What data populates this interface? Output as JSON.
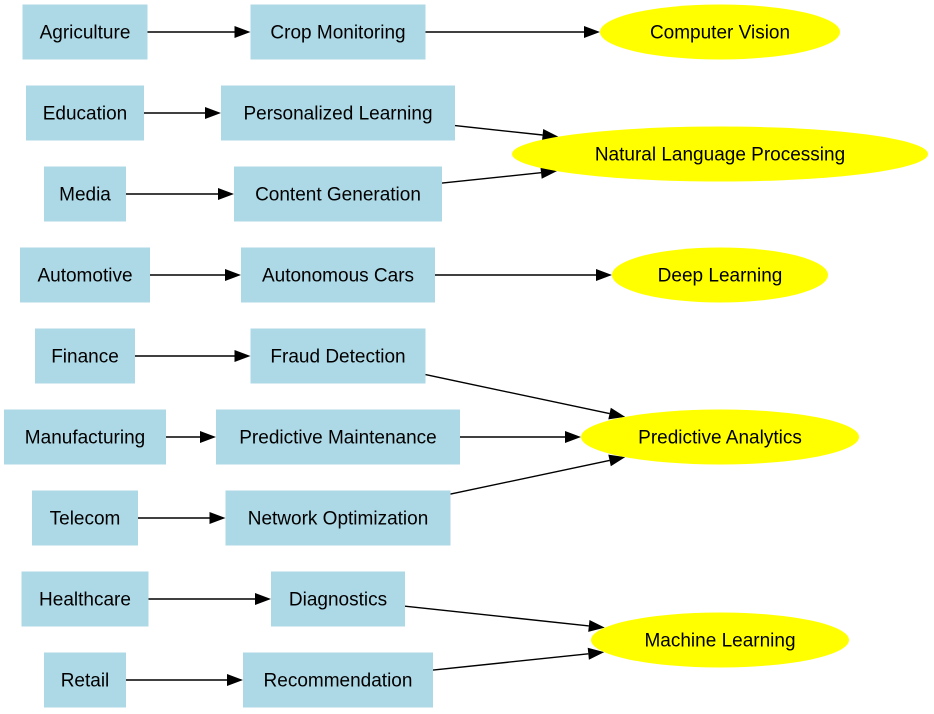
{
  "diagram": {
    "type": "flowchart",
    "direction": "left-to-right",
    "colors": {
      "box_fill": "#add8e6",
      "ellipse_fill": "#ffff00",
      "edge": "#000000",
      "text": "#000000"
    },
    "nodes": [
      {
        "id": "agriculture",
        "label": "Agriculture",
        "shape": "box",
        "column": "industry"
      },
      {
        "id": "education",
        "label": "Education",
        "shape": "box",
        "column": "industry"
      },
      {
        "id": "media",
        "label": "Media",
        "shape": "box",
        "column": "industry"
      },
      {
        "id": "automotive",
        "label": "Automotive",
        "shape": "box",
        "column": "industry"
      },
      {
        "id": "finance",
        "label": "Finance",
        "shape": "box",
        "column": "industry"
      },
      {
        "id": "manufacturing",
        "label": "Manufacturing",
        "shape": "box",
        "column": "industry"
      },
      {
        "id": "telecom",
        "label": "Telecom",
        "shape": "box",
        "column": "industry"
      },
      {
        "id": "healthcare",
        "label": "Healthcare",
        "shape": "box",
        "column": "industry"
      },
      {
        "id": "retail",
        "label": "Retail",
        "shape": "box",
        "column": "industry"
      },
      {
        "id": "crop_monitoring",
        "label": "Crop Monitoring",
        "shape": "box",
        "column": "application"
      },
      {
        "id": "personalized_learning",
        "label": "Personalized Learning",
        "shape": "box",
        "column": "application"
      },
      {
        "id": "content_generation",
        "label": "Content Generation",
        "shape": "box",
        "column": "application"
      },
      {
        "id": "autonomous_cars",
        "label": "Autonomous Cars",
        "shape": "box",
        "column": "application"
      },
      {
        "id": "fraud_detection",
        "label": "Fraud Detection",
        "shape": "box",
        "column": "application"
      },
      {
        "id": "predictive_maintenance",
        "label": "Predictive Maintenance",
        "shape": "box",
        "column": "application"
      },
      {
        "id": "network_optimization",
        "label": "Network Optimization",
        "shape": "box",
        "column": "application"
      },
      {
        "id": "diagnostics",
        "label": "Diagnostics",
        "shape": "box",
        "column": "application"
      },
      {
        "id": "recommendation",
        "label": "Recommendation",
        "shape": "box",
        "column": "application"
      },
      {
        "id": "computer_vision",
        "label": "Computer Vision",
        "shape": "ellipse",
        "column": "technology"
      },
      {
        "id": "nlp",
        "label": "Natural Language Processing",
        "shape": "ellipse",
        "column": "technology"
      },
      {
        "id": "deep_learning",
        "label": "Deep Learning",
        "shape": "ellipse",
        "column": "technology"
      },
      {
        "id": "predictive_analytics",
        "label": "Predictive Analytics",
        "shape": "ellipse",
        "column": "technology"
      },
      {
        "id": "machine_learning",
        "label": "Machine Learning",
        "shape": "ellipse",
        "column": "technology"
      }
    ],
    "edges": [
      {
        "from": "agriculture",
        "to": "crop_monitoring"
      },
      {
        "from": "education",
        "to": "personalized_learning"
      },
      {
        "from": "media",
        "to": "content_generation"
      },
      {
        "from": "automotive",
        "to": "autonomous_cars"
      },
      {
        "from": "finance",
        "to": "fraud_detection"
      },
      {
        "from": "manufacturing",
        "to": "predictive_maintenance"
      },
      {
        "from": "telecom",
        "to": "network_optimization"
      },
      {
        "from": "healthcare",
        "to": "diagnostics"
      },
      {
        "from": "retail",
        "to": "recommendation"
      },
      {
        "from": "crop_monitoring",
        "to": "computer_vision"
      },
      {
        "from": "personalized_learning",
        "to": "nlp"
      },
      {
        "from": "content_generation",
        "to": "nlp"
      },
      {
        "from": "autonomous_cars",
        "to": "deep_learning"
      },
      {
        "from": "fraud_detection",
        "to": "predictive_analytics"
      },
      {
        "from": "predictive_maintenance",
        "to": "predictive_analytics"
      },
      {
        "from": "network_optimization",
        "to": "predictive_analytics"
      },
      {
        "from": "diagnostics",
        "to": "machine_learning"
      },
      {
        "from": "recommendation",
        "to": "machine_learning"
      }
    ]
  }
}
